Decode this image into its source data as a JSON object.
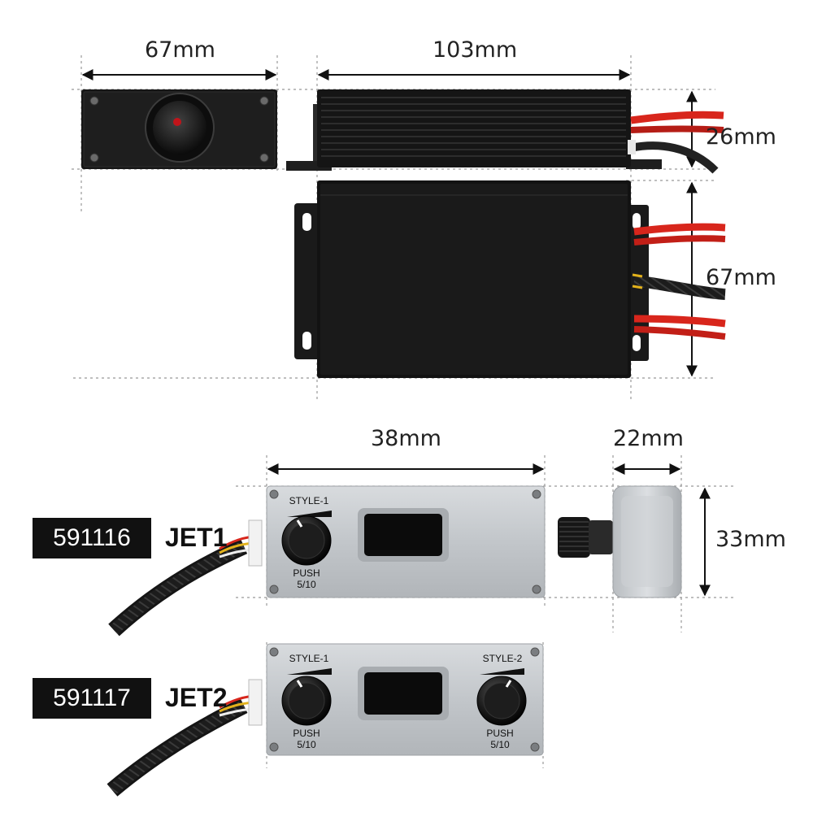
{
  "dimensions": {
    "switch_width": "67mm",
    "module_length": "103mm",
    "module_height": "26mm",
    "module_width": "67mm",
    "controller_width": "38mm",
    "knob_depth": "22mm",
    "controller_height": "33mm"
  },
  "products": [
    {
      "model": "591116",
      "name": "JET1",
      "knob1_style": "STYLE-1",
      "knob1_push": "PUSH",
      "knob1_push_value": "5/10"
    },
    {
      "model": "591117",
      "name": "JET2",
      "knob1_style": "STYLE-1",
      "knob1_push": "PUSH",
      "knob1_push_value": "5/10",
      "knob2_style": "STYLE-2",
      "knob2_push": "PUSH",
      "knob2_push_value": "5/10"
    }
  ],
  "colors": {
    "wire_red": "#d8261c",
    "indicator_red": "#c0141a",
    "housing_black": "#161616",
    "panel_silver": "#c3c7cb"
  }
}
